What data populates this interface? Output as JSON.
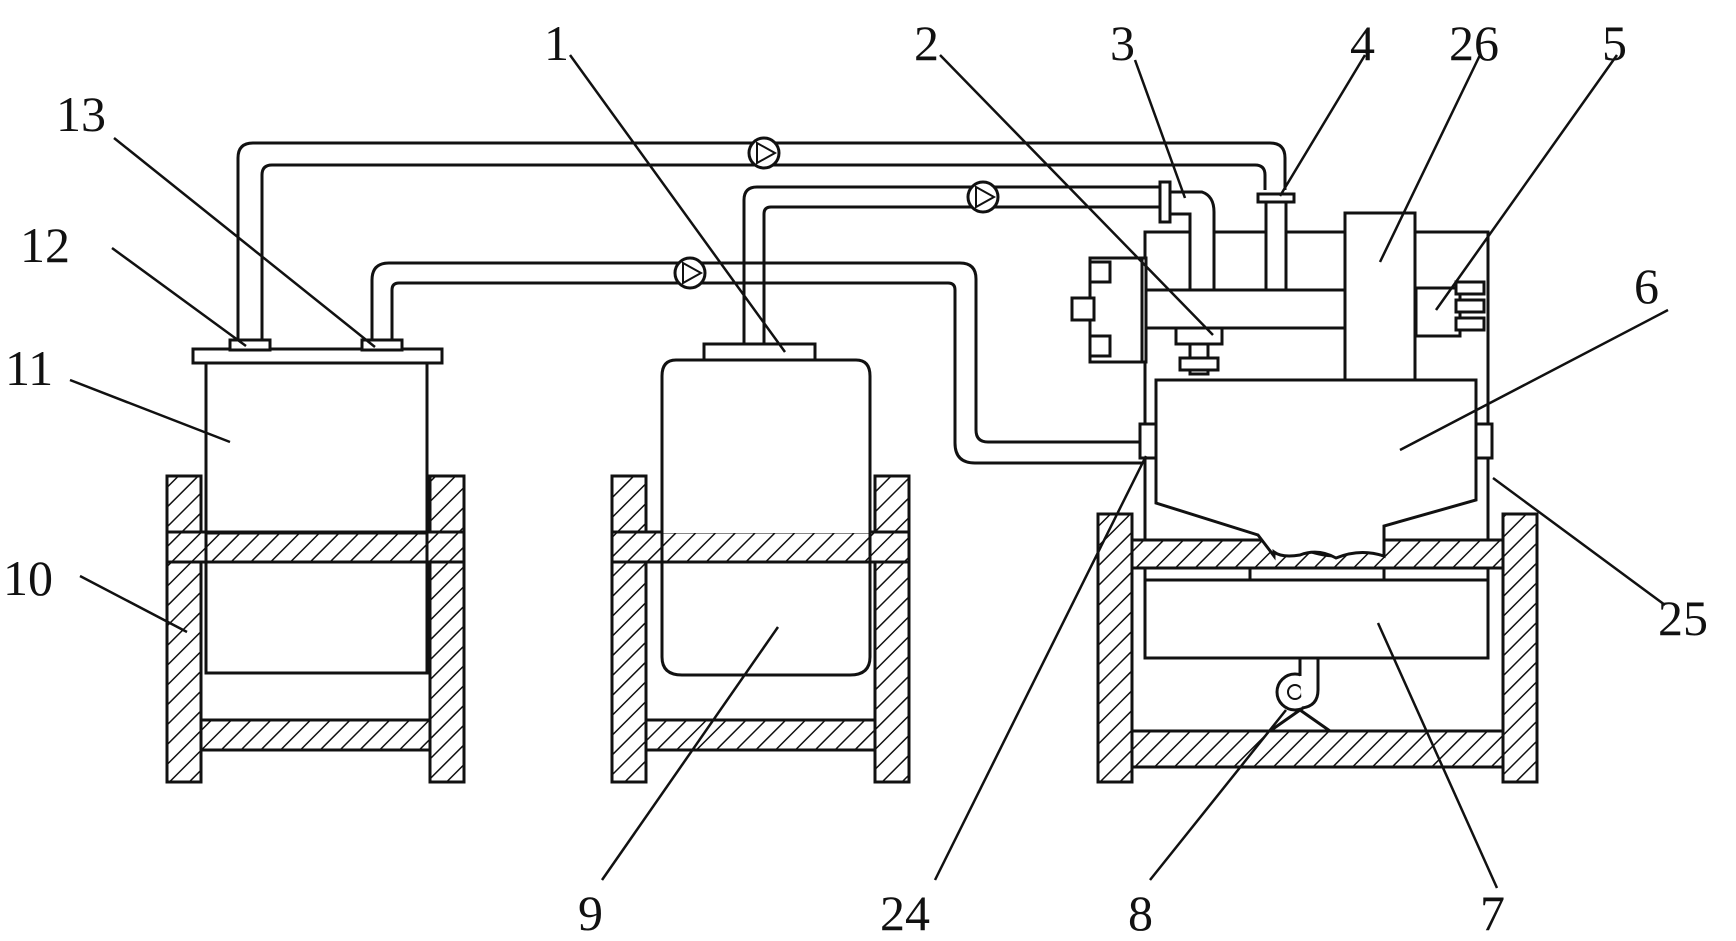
{
  "callouts": [
    {
      "id": "1",
      "text": "1"
    },
    {
      "id": "2",
      "text": "2"
    },
    {
      "id": "3",
      "text": "3"
    },
    {
      "id": "4",
      "text": "4"
    },
    {
      "id": "26",
      "text": "26"
    },
    {
      "id": "5",
      "text": "5"
    },
    {
      "id": "13",
      "text": "13"
    },
    {
      "id": "12",
      "text": "12"
    },
    {
      "id": "11",
      "text": "11"
    },
    {
      "id": "6",
      "text": "6"
    },
    {
      "id": "10",
      "text": "10"
    },
    {
      "id": "25",
      "text": "25"
    },
    {
      "id": "9",
      "text": "9"
    },
    {
      "id": "24",
      "text": "24"
    },
    {
      "id": "8",
      "text": "8"
    },
    {
      "id": "7",
      "text": "7"
    }
  ]
}
